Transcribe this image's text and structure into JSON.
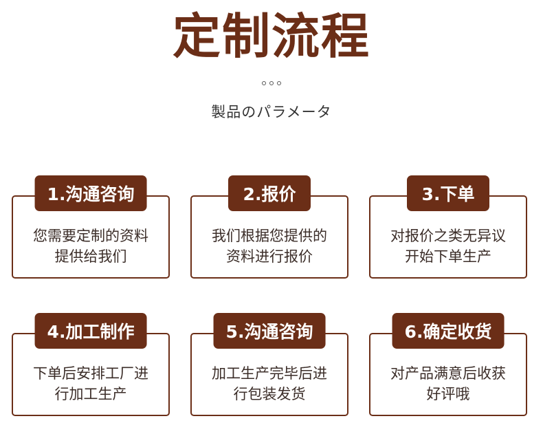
{
  "header": {
    "title": "定制流程",
    "subtitle": "製品のパラメータ"
  },
  "steps": [
    {
      "label": "1.沟通咨询",
      "line1": "您需要定制的资料",
      "line2": "提供给我们"
    },
    {
      "label": "2.报价",
      "line1": "我们根据您提供的",
      "line2": "资料进行报价"
    },
    {
      "label": "3.下单",
      "line1": "对报价之类无异议",
      "line2": "开始下单生产"
    },
    {
      "label": "4.加工制作",
      "line1": "下单后安排工厂进",
      "line2": "行加工生产"
    },
    {
      "label": "5.沟通咨询",
      "line1": "加工生产完毕后进",
      "line2": "行包装发货"
    },
    {
      "label": "6.确定收货",
      "line1": "对产品满意后收获",
      "line2": "好评哦"
    }
  ],
  "colors": {
    "accent": "#6b2e17",
    "text": "#3b2d28"
  }
}
